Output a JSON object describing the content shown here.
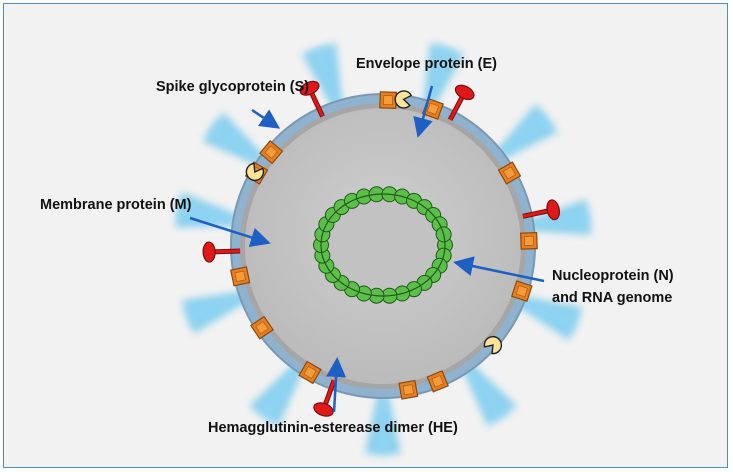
{
  "labels": {
    "spike": "Spike glycoprotein (S)",
    "envelope": "Envelope protein (E)",
    "membrane": "Membrane protein (M)",
    "nucleoprotein_line1": "Nucleoprotein (N)",
    "nucleoprotein_line2": "and RNA genome",
    "hemagglutinin": "Hemagglutinin-esterease dimer (HE)"
  },
  "colors": {
    "frame_border": "#4a90c8",
    "background": "#f2f2f2",
    "arrow": "#1f5fc4",
    "spike_glow": "#39b4e8",
    "envelope_ring": "#8fa7bd",
    "core": "#c4c4c4",
    "nucleoprotein": "#5cbf4a",
    "membrane_protein": "#e97e1e",
    "he_protein": "#e01818",
    "envelope_protein": "#fbe39a"
  },
  "icons": {
    "spike": "blue-glow-spike",
    "membrane": "orange-square",
    "he": "red-pin",
    "envelope": "yellow-pacman",
    "nucleoprotein": "green-bead"
  }
}
